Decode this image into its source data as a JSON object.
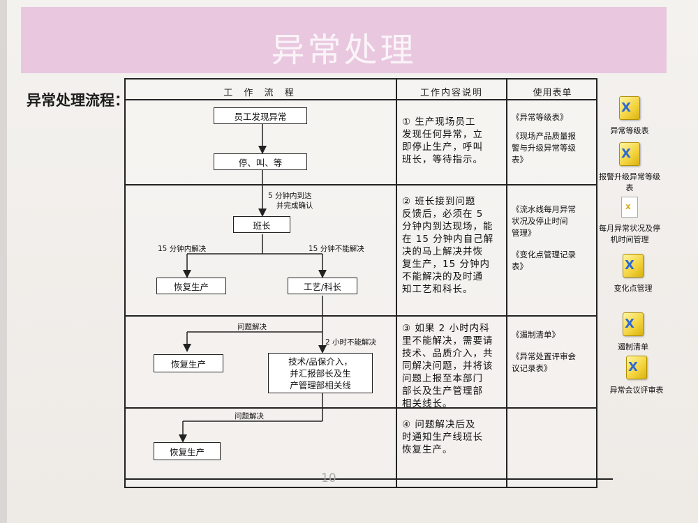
{
  "banner": {
    "title": "异常处理"
  },
  "section_label": "异常处理流程：",
  "table": {
    "headers": {
      "flow": "工 作 流 程",
      "desc": "工作内容说明",
      "forms": "使用表单"
    },
    "rows": [
      {
        "desc": [
          "① 生产现场员工",
          "发现任何异常，立",
          "即停止生产，呼叫",
          "班长，等待指示。"
        ],
        "forms": [
          "《异常等级表》",
          "",
          "《现场产品质量报",
          "警与升级异常等级",
          "表》"
        ]
      },
      {
        "desc": [
          "② 班长接到问题",
          "反馈后，必须在 5",
          "分钟内到达现场，能",
          "在 15 分钟内自己解",
          "决的马上解决并恢",
          "复生产，15 分钟内",
          "不能解决的及时通",
          "知工艺和科长。"
        ],
        "forms": [
          "《流水线每月异常",
          "状况及停止时间",
          "管理》",
          "",
          "《变化点管理记录",
          "表》"
        ]
      },
      {
        "desc": [
          "③ 如果 2 小时内科",
          "里不能解决，需要请",
          "技术、品质介入，共",
          "同解决问题，并将该",
          "问题上报至本部门",
          "部长及生产管理部",
          "相关线长。"
        ],
        "forms": [
          "《遏制清单》",
          "",
          "《异常处置评审会",
          "议记录表》"
        ]
      },
      {
        "desc": [
          "④ 问题解决后及",
          "时通知生产线班长",
          "恢复生产。"
        ],
        "forms": []
      }
    ]
  },
  "flow": {
    "employee": "员工发现异常",
    "stop": "停、叫、等",
    "arrive_label": [
      "5 分钟内到达",
      "并完成确认"
    ],
    "leader": "班长",
    "solved_15": "15 分钟内解决",
    "unsolved_15": "15 分钟不能解决",
    "resume_1": "恢复生产",
    "chief": "工艺/科长",
    "solved_a": "问题解决",
    "unsolved_2h": "2 小时不能解决",
    "resume_2": "恢复生产",
    "escalate": [
      "技术/品保介入，",
      "并汇报部长及生",
      "产管理部相关线"
    ],
    "solved_b": "问题解决",
    "resume_3": "恢复生产"
  },
  "side_icons": [
    {
      "label": [
        "异常等级表"
      ],
      "icon": "excel-icon"
    },
    {
      "label": [
        "报警升级异常等级",
        "表"
      ],
      "icon": "excel-icon"
    },
    {
      "label": [
        "每月异常状况及停",
        "机时间管理"
      ],
      "icon": "document-icon"
    },
    {
      "label": [
        "变化点管理"
      ],
      "icon": "excel-icon"
    },
    {
      "label": [
        "遏制清单"
      ],
      "icon": "excel-icon"
    },
    {
      "label": [
        "异常会议评审表"
      ],
      "icon": "excel-icon"
    }
  ],
  "page_number": "10"
}
